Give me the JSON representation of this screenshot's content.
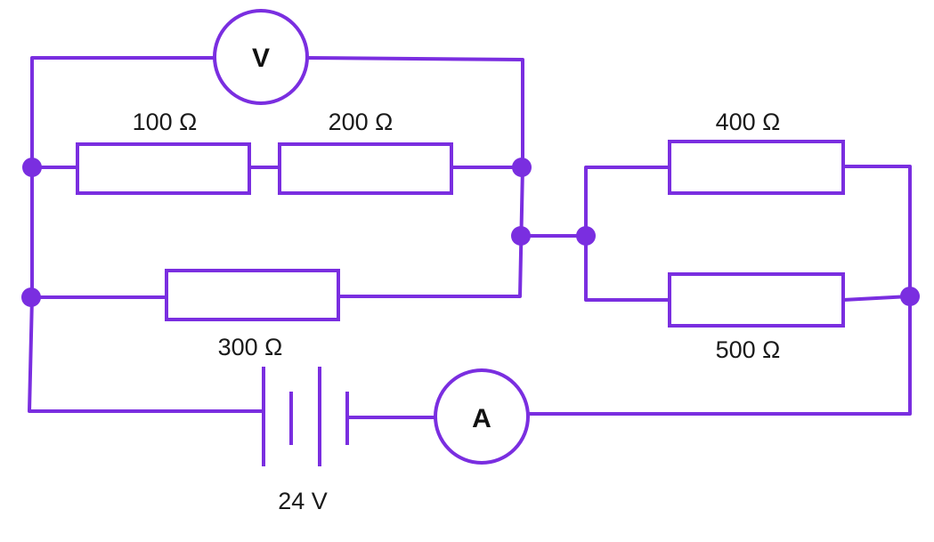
{
  "voltmeter": {
    "symbol": "V"
  },
  "ammeter": {
    "symbol": "A"
  },
  "resistors": {
    "r100": "100 Ω",
    "r200": "200 Ω",
    "r300": "300 Ω",
    "r400": "400 Ω",
    "r500": "500 Ω"
  },
  "battery": {
    "label": "24 V"
  },
  "colors": {
    "wire": "#7a2ee0",
    "text": "#1a1a1a"
  }
}
